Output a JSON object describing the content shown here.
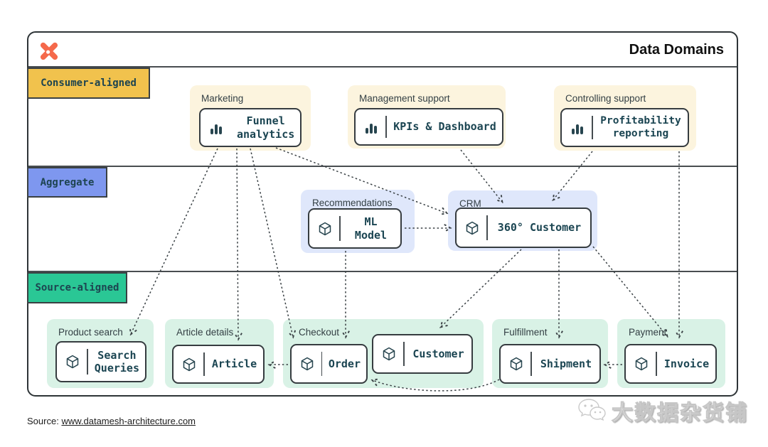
{
  "header": {
    "title": "Data Domains",
    "logo": "datamesh-x-logo"
  },
  "bands": {
    "consumer": {
      "label": "Consumer-aligned",
      "color": "#F1C24D"
    },
    "aggregate": {
      "label": "Aggregate",
      "color": "#7E97EF"
    },
    "source": {
      "label": "Source-aligned",
      "color": "#2AC795"
    }
  },
  "domains": {
    "marketing": {
      "label": "Marketing"
    },
    "management_support": {
      "label": "Management support"
    },
    "controlling_support": {
      "label": "Controlling support"
    },
    "recommendations": {
      "label": "Recommendations"
    },
    "crm": {
      "label": "CRM"
    },
    "product_search": {
      "label": "Product search"
    },
    "article_details": {
      "label": "Article details"
    },
    "checkout": {
      "label": "Checkout"
    },
    "fulfillment": {
      "label": "Fulfillment"
    },
    "payment": {
      "label": "Payment"
    }
  },
  "products": {
    "funnel_analytics": {
      "name": "Funnel analytics",
      "icon": "bar-chart-icon"
    },
    "kpis_dashboard": {
      "name": "KPIs & Dashboard",
      "icon": "bar-chart-icon"
    },
    "profitability_reporting": {
      "name": "Profitability reporting",
      "icon": "bar-chart-icon"
    },
    "ml_model": {
      "name": "ML Model",
      "icon": "cube-icon"
    },
    "customer_360": {
      "name": "360° Customer",
      "icon": "cube-icon"
    },
    "search_queries": {
      "name": "Search Queries",
      "icon": "cube-icon"
    },
    "article": {
      "name": "Article",
      "icon": "cube-icon"
    },
    "order": {
      "name": "Order",
      "icon": "cube-icon"
    },
    "customer": {
      "name": "Customer",
      "icon": "cube-icon"
    },
    "shipment": {
      "name": "Shipment",
      "icon": "cube-icon"
    },
    "invoice": {
      "name": "Invoice",
      "icon": "cube-icon"
    }
  },
  "edges": [
    {
      "from": "Funnel analytics",
      "to": "Search Queries"
    },
    {
      "from": "Funnel analytics",
      "to": "Article"
    },
    {
      "from": "Funnel analytics",
      "to": "Order"
    },
    {
      "from": "Funnel analytics",
      "to": "360° Customer"
    },
    {
      "from": "KPIs & Dashboard",
      "to": "360° Customer"
    },
    {
      "from": "Profitability reporting",
      "to": "360° Customer"
    },
    {
      "from": "Profitability reporting",
      "to": "Invoice"
    },
    {
      "from": "ML Model",
      "to": "360° Customer"
    },
    {
      "from": "ML Model",
      "to": "Order"
    },
    {
      "from": "360° Customer",
      "to": "Customer"
    },
    {
      "from": "360° Customer",
      "to": "Shipment"
    },
    {
      "from": "360° Customer",
      "to": "Invoice"
    },
    {
      "from": "Order",
      "to": "Article"
    },
    {
      "from": "Invoice",
      "to": "Shipment"
    },
    {
      "from": "Shipment",
      "to": "Order"
    }
  ],
  "footer": {
    "source_prefix": "Source:",
    "source_link": "www.datamesh-architecture.com"
  },
  "watermark": {
    "text": "大数据杂货铺",
    "icon": "wechat-icon"
  },
  "colors": {
    "logo_orange": "#F5694B",
    "panel_cream": "#FCF4DE",
    "panel_periwinkle": "#DFE7FB",
    "panel_mint": "#D9F2E6",
    "box_border": "#363C40",
    "product_text": "#1B4552",
    "arrow": "#3A4145"
  }
}
